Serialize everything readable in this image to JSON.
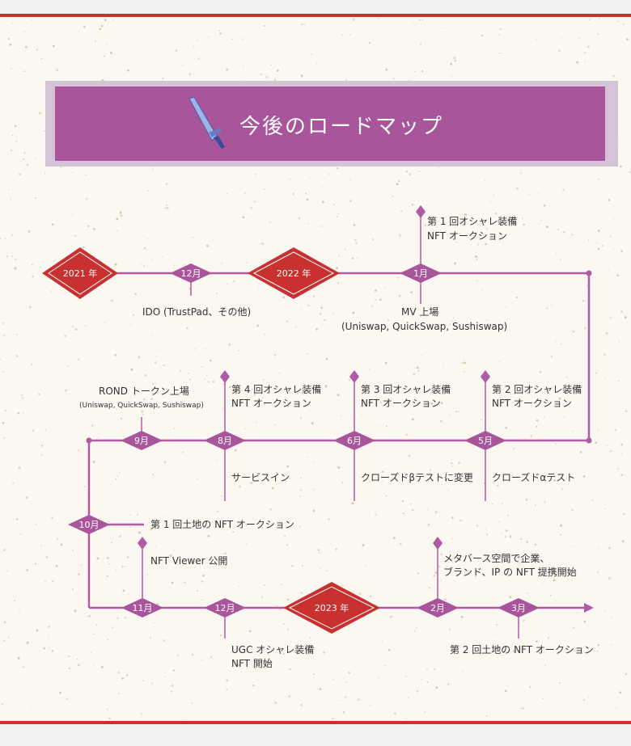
{
  "title": "今後のロードマップ",
  "years": [
    "2021 年",
    "2022 年",
    "2023 年"
  ],
  "months": {
    "dec21": "12月",
    "jan22": "1月",
    "may": "5月",
    "jun": "6月",
    "aug": "8月",
    "sep": "9月",
    "oct": "10月",
    "nov": "11月",
    "dec22": "12月",
    "feb23": "2月",
    "mar23": "3月"
  },
  "events": {
    "ido": "IDO (TrustPad、その他)",
    "nft1_l1": "第 1 回オシャレ装備",
    "nft1_l2": "NFT オークション",
    "mv_l1": "MV 上場",
    "mv_l2": "(Uniswap, QuickSwap, Sushiswap)",
    "nft2_l1": "第 2 回オシャレ装備",
    "nft2_l2": "NFT オークション",
    "alpha": "クローズドαテスト",
    "nft3_l1": "第 3 回オシャレ装備",
    "nft3_l2": "NFT オークション",
    "beta": "クローズドβテストに変更",
    "nft4_l1": "第 4 回オシャレ装備",
    "nft4_l2": "NFT オークション",
    "service": "サービスイン",
    "rond_l1": "ROND トークン上場",
    "rond_l2": "(Uniswap, QuickSwap, Sushiswap)",
    "land1": "第 1 回土地の NFT オークション",
    "viewer": "NFT Viewer 公開",
    "ugc_l1": "UGC オシャレ装備",
    "ugc_l2": "NFT 開始",
    "meta_l1": "メタバース空間で企業、",
    "meta_l2": "ブランド、IP の NFT 提携開始",
    "land2": "第 2 回土地の NFT オークション"
  },
  "colors": {
    "purple": "#a8559c",
    "red": "#c8312f",
    "line": "#b15aa6"
  },
  "icons": {
    "logo": "crystal-sword-icon"
  }
}
